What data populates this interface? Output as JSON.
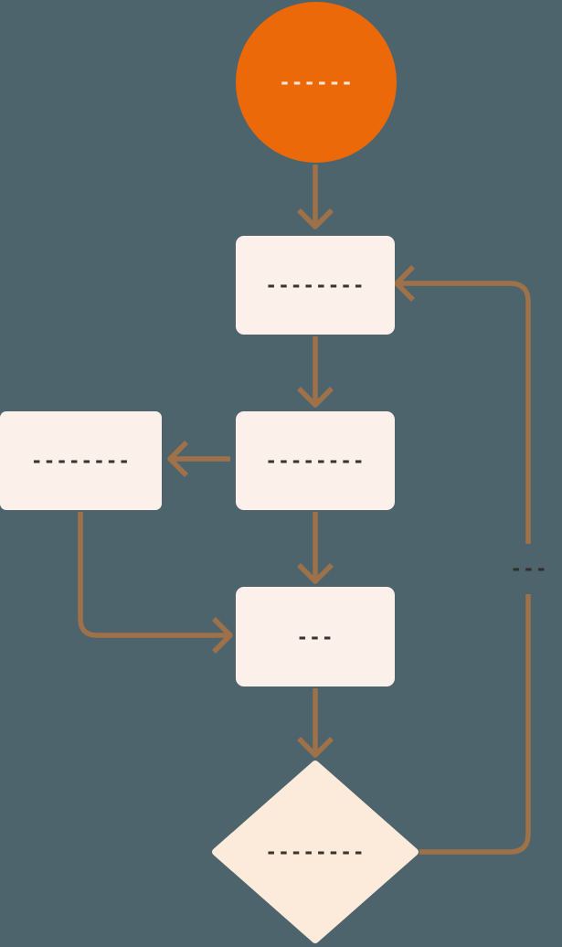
{
  "canvas": {
    "background_color": "#4D646D",
    "connector_color": "#9F7149"
  },
  "flowchart": {
    "nodes": {
      "start": {
        "shape": "circle",
        "label": "------",
        "fill": "#EB6909",
        "text_color": "#F6E6D4"
      },
      "step1": {
        "shape": "rectangle",
        "label": "--------",
        "fill": "#FCF1EA",
        "text_color": "#3A342F"
      },
      "step2": {
        "shape": "rectangle",
        "label": "--------",
        "fill": "#FCF1EA",
        "text_color": "#3A342F"
      },
      "side": {
        "shape": "rectangle",
        "label": "--------",
        "fill": "#FCF1EA",
        "text_color": "#3A342F"
      },
      "step3": {
        "shape": "rectangle",
        "label": "---",
        "fill": "#FCF1EA",
        "text_color": "#3A342F"
      },
      "decision": {
        "shape": "diamond",
        "label": "--------",
        "fill": "#FCEBDA",
        "text_color": "#3A342F"
      }
    },
    "edges": [
      {
        "from": "start",
        "to": "step1",
        "label": ""
      },
      {
        "from": "step1",
        "to": "step2",
        "label": ""
      },
      {
        "from": "step2",
        "to": "side",
        "label": ""
      },
      {
        "from": "step2",
        "to": "step3",
        "label": ""
      },
      {
        "from": "side",
        "to": "step3",
        "label": ""
      },
      {
        "from": "step3",
        "to": "decision",
        "label": ""
      },
      {
        "from": "decision",
        "to": "step1",
        "label": "---"
      }
    ]
  }
}
